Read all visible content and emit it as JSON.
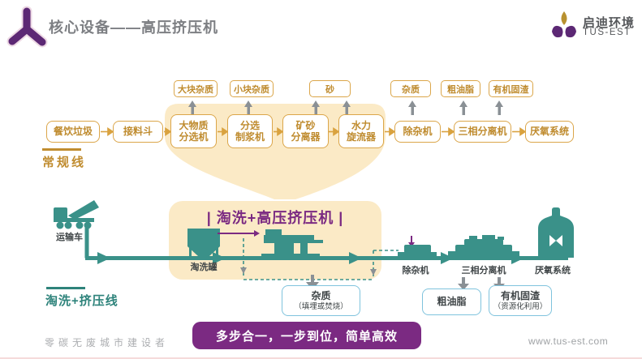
{
  "header": {
    "title": "核心设备——高压挤压机",
    "logo": {
      "cn": "启迪环境",
      "en": "TUS-EST"
    }
  },
  "colors": {
    "gold_text": "#BF8B2E",
    "gold_border": "#DBA64A",
    "cream_highlight": "#FBEAC6",
    "teal": "#3A9189",
    "purple": "#7B2A82",
    "gray_arrow": "#8A9095",
    "blue_border": "#7FC3DD"
  },
  "conventional": {
    "label": "常规线",
    "flow": [
      "餐饮垃圾",
      "接料斗",
      "大物质\n分选机",
      "分选\n制浆机",
      "矿砂\n分离器",
      "水力\n旋流器",
      "除杂机",
      "三相分离机",
      "厌氧系统"
    ],
    "outputs": [
      "大块杂质",
      "小块杂质",
      "砂",
      "杂质",
      "粗油脂",
      "有机固渣"
    ]
  },
  "wash": {
    "label": "淘洗+挤压线",
    "highlight_label": "| 淘洗+高压挤压机 |",
    "machines": [
      "运输车",
      "淘洗罐",
      "除杂机",
      "三相分离机",
      "厌氧系统"
    ],
    "outputs": [
      {
        "title": "杂质",
        "note": "（填埋或焚烧）"
      },
      {
        "title": "粗油脂",
        "note": ""
      },
      {
        "title": "有机固渣",
        "note": "（资源化利用）"
      }
    ]
  },
  "banner": "多步合一，一步到位，简单高效",
  "footer": {
    "left": "零碳无废城市建设者",
    "right": "www.tus-est.com"
  }
}
